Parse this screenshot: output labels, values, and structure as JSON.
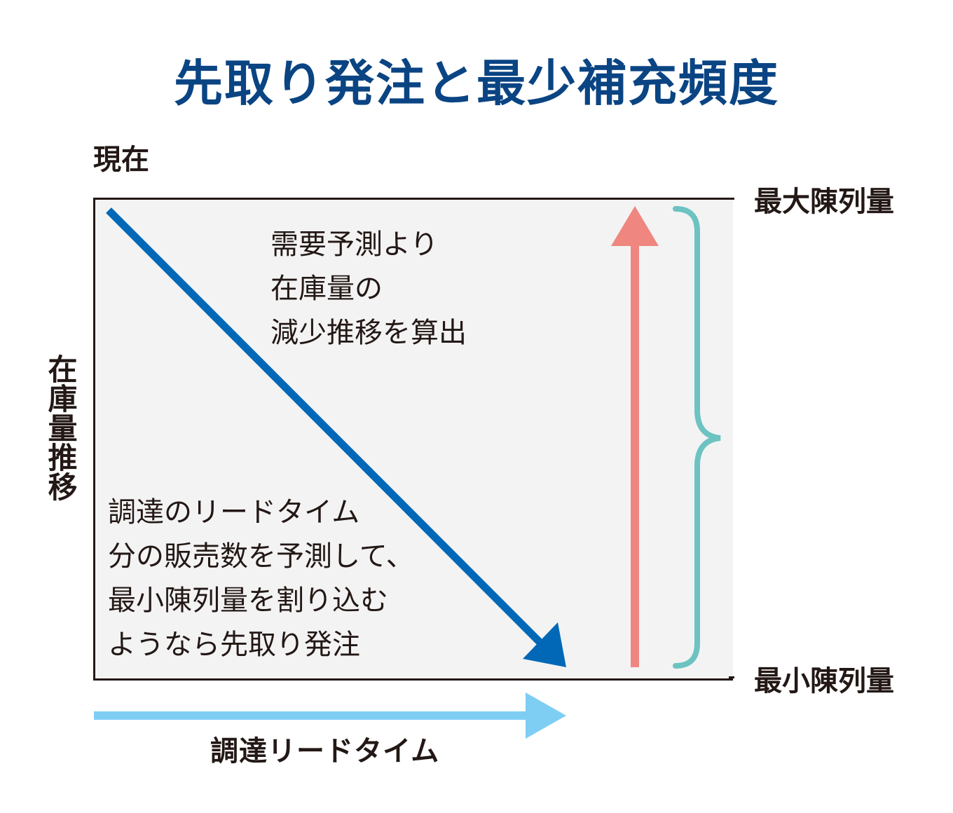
{
  "title": "先取り発注と最少補充頻度",
  "labels": {
    "now": "現在",
    "max_display": "最大陳列量",
    "min_display": "最小陳列量",
    "inventory_trend": "在庫量推移",
    "lead_time": "調達リードタイム"
  },
  "notes": {
    "upper": [
      "需要予測より",
      "在庫量の",
      "減少推移を算出"
    ],
    "lower": [
      "調達のリードタイム",
      "分の販売数を予測して、",
      "最小陳列量を割り込む",
      "ようなら先取り発注"
    ]
  },
  "colors": {
    "title": "#0a4483",
    "text": "#231815",
    "decline_arrow": "#0068b7",
    "replenish_arrow": "#ef8680",
    "brace": "#6cc3c1",
    "lead_time_arrow": "#7ecef4",
    "box_fill": "#f3f3f3"
  }
}
